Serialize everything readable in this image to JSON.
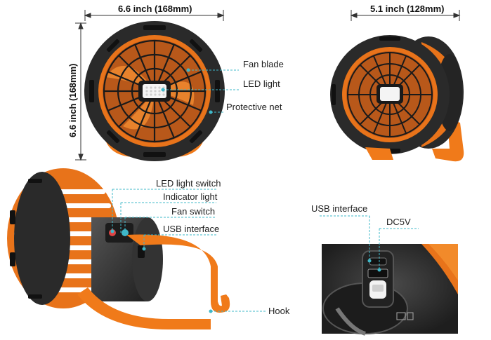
{
  "dimensions": {
    "front_width": "6.6 inch (168mm)",
    "front_height": "6.6 inch (168mm)",
    "side_depth": "5.1 inch (128mm)"
  },
  "callouts": {
    "fan_blade": "Fan blade",
    "led_light": "LED light",
    "protective_net": "Protective net",
    "led_light_switch": "LED light switch",
    "indicator_light": "Indicator light",
    "fan_switch": "Fan switch",
    "usb_interface_side": "USB interface",
    "hook": "Hook",
    "usb_interface_closeup": "USB interface",
    "dc5v": "DC5V"
  },
  "colors": {
    "accent_orange": "#f07a1a",
    "body_black": "#2a2a2a",
    "callout_cyan": "#3fb8c9"
  }
}
